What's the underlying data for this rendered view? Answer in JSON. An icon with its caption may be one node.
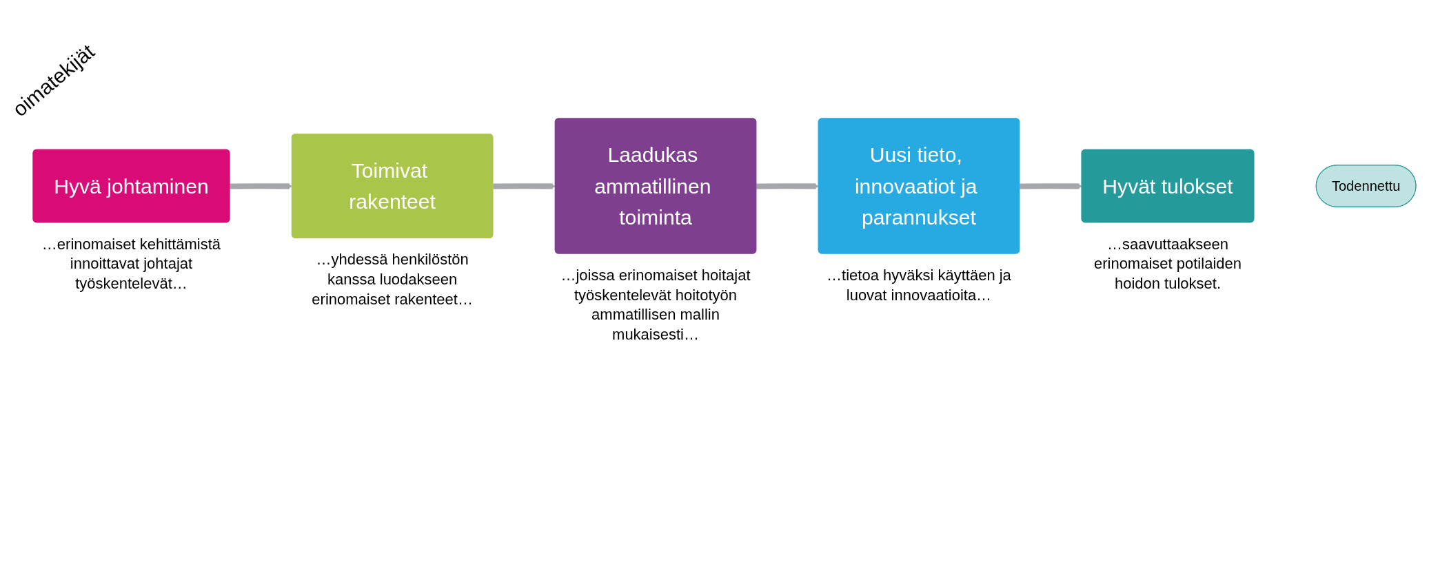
{
  "diagram": {
    "nodes": [
      {
        "text": [
          "Hyvä johtaminen"
        ],
        "beside": [
          "…erinomaiset kehittämistä innoittavat johtajat työskentelevät…"
        ]
      },
      {
        "text": [
          "Toimivat rakenteet"
        ],
        "beside": [
          "…yhdessä henkilöstön kanssa luodakseen erinomaiset rakenteet…"
        ]
      },
      {
        "text": [
          "Laadukas ammatillinen toiminta"
        ],
        "beside": [
          "…joissa erinomaiset hoitajat työskentelevät hoitotyön ammatillisen mallin mukaisesti…"
        ]
      },
      {
        "text": [
          "Uusi tieto, innovaatiot ja parannukset"
        ],
        "beside": [
          "…tietoa hyväksi käyttäen ja luovat innovaatioita…"
        ]
      },
      {
        "text": [
          "Hyvät tulokset"
        ],
        "beside": [
          "…saavuttaakseen erinomaiset potilaiden hoidon tulokset."
        ]
      },
      {
        "text": [
          "Todennettu"
        ]
      }
    ],
    "edges": [
      {
        "from": 0,
        "to": 1,
        "arrow": "to"
      },
      {
        "from": 1,
        "to": 2,
        "arrow": "to"
      },
      {
        "from": 2,
        "to": 3,
        "arrow": "to"
      },
      {
        "from": 3,
        "to": 4,
        "arrow": "to"
      }
    ],
    "labels": [
      "oimatekijät"
    ]
  }
}
